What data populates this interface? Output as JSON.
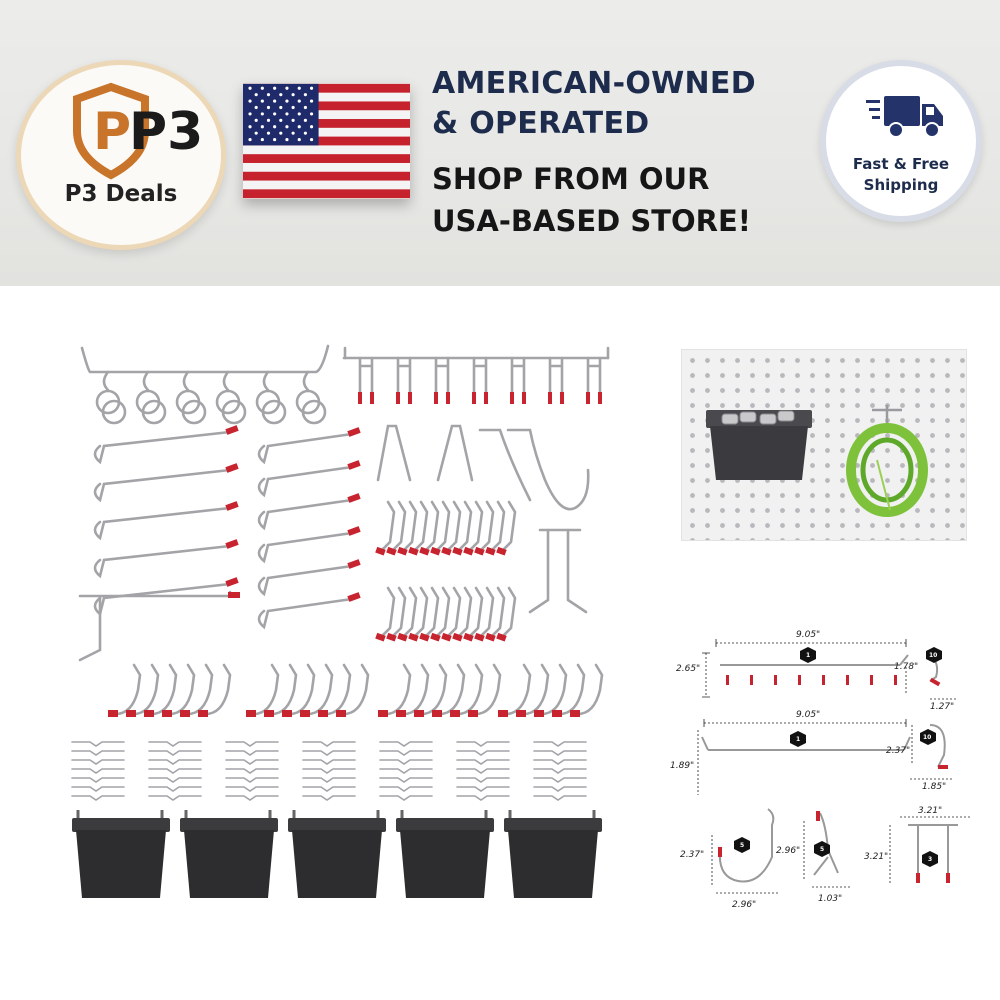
{
  "banner": {
    "logo_mark": "P3",
    "logo_name": "P3 Deals",
    "headline_lines": [
      "AMERICAN-OWNED",
      "& OPERATED"
    ],
    "subline_lines": [
      "SHOP FROM OUR",
      "USA-BASED STORE!"
    ],
    "shipping_lines": [
      "Fast & Free",
      "Shipping"
    ],
    "icons": [
      "shield-icon",
      "us-flag",
      "delivery-truck-icon"
    ],
    "colors": {
      "headline": "#1d2c4c",
      "logo_orange": "#c8742a",
      "truck": "#24336a",
      "flag_red": "#c5222d",
      "flag_blue": "#1f2a6b"
    }
  },
  "product": {
    "colors": {
      "metal": "#a9a9ad",
      "hook_tip": "#c8242f",
      "bin": "#2d2d2f"
    }
  },
  "dimensions": {
    "rail1_width": "9.05\"",
    "rail1_height": "2.65\"",
    "rail1_hook": "1.78\"",
    "rail1_pack": "1",
    "pack10_a": "10",
    "pack10_a_width": "1.27\"",
    "rail2_width": "9.05\"",
    "rail2_height": "1.89\"",
    "rail2_pack": "1",
    "pack10_b": "10",
    "pack10_b_height": "2.37\"",
    "pack10_b_width": "1.85\"",
    "jhook_height": "2.37\"",
    "jhook_width": "2.96\"",
    "jhook_pack": "5",
    "shook_height": "2.96\"",
    "shook_width": "1.03\"",
    "shook_pack": "5",
    "double_width": "3.21\"",
    "double_height": "3.21\"",
    "double_pack": "3"
  }
}
